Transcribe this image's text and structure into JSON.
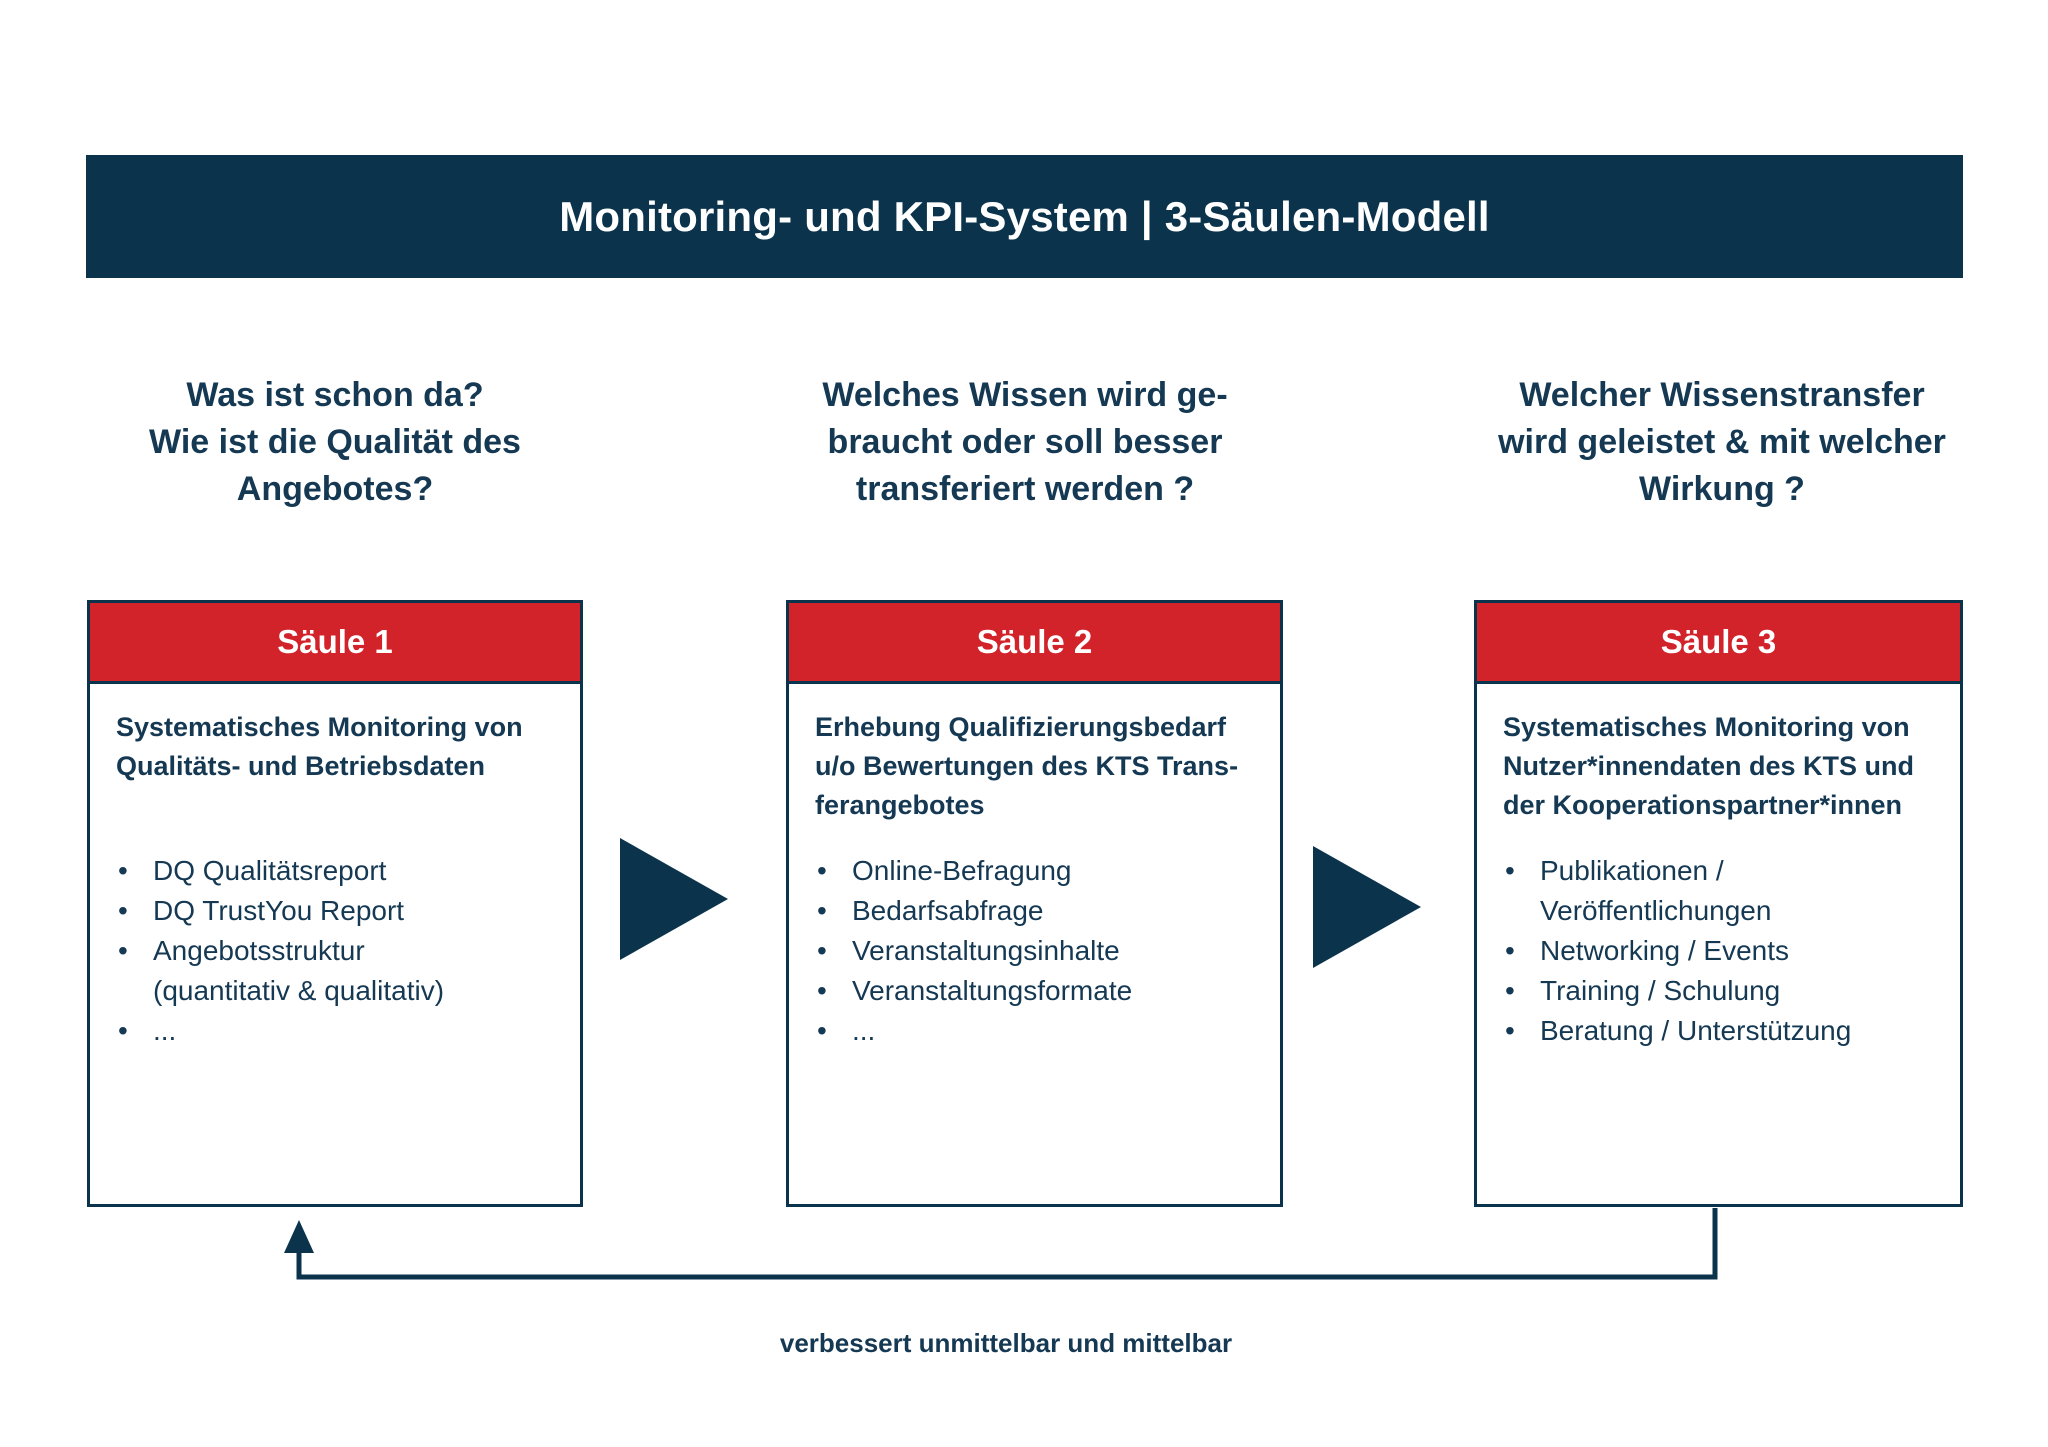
{
  "colors": {
    "navy": "#0b334c",
    "text": "#153853",
    "red": "#d2232a",
    "white": "#ffffff"
  },
  "header": {
    "title": "Monitoring- und KPI-System | 3-Säulen-Modell"
  },
  "questions": [
    {
      "text": "Was ist schon da?\nWie ist die Qualität des\nAngebotes?"
    },
    {
      "text": "Welches Wissen wird ge-\nbraucht oder soll besser\ntransferiert werden ?"
    },
    {
      "text": "Welcher Wissenstransfer\nwird geleistet & mit welcher\nWirkung ?"
    }
  ],
  "pillars": [
    {
      "label": "Säule 1",
      "subtitle": "Systematisches Monitoring von\nQualitäts- und Betriebsdaten",
      "bullets": [
        "DQ Qualitätsreport",
        "DQ TrustYou Report",
        "Angebotsstruktur\n(quantitativ & qualitativ)",
        "..."
      ]
    },
    {
      "label": "Säule 2",
      "subtitle": "Erhebung Qualifizierungsbedarf\nu/o Bewertungen des KTS Trans-\nferangebotes",
      "bullets": [
        "Online-Befragung",
        "Bedarfsabfrage",
        "Veranstaltungsinhalte",
        "Veranstaltungsformate",
        "..."
      ]
    },
    {
      "label": "Säule 3",
      "subtitle": "Systematisches Monitoring von\nNutzer*innendaten des KTS und\nder Kooperationspartner*innen",
      "bullets": [
        "Publikationen /\nVeröffentlichungen",
        "Networking / Events",
        "Training / Schulung",
        "Beratung / Unterstützung"
      ]
    }
  ],
  "feedback": {
    "caption": "verbessert unmittelbar und mittelbar"
  }
}
